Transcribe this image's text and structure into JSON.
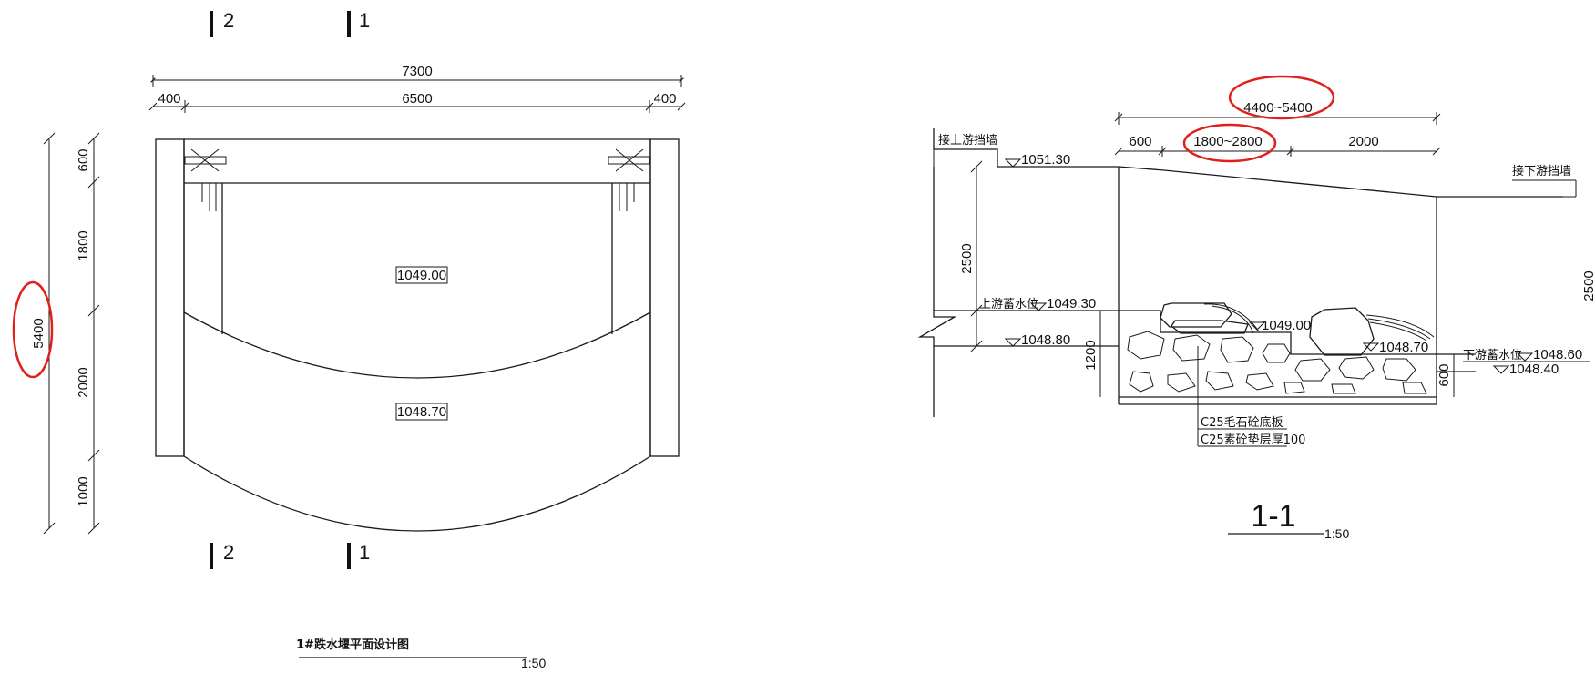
{
  "colors": {
    "ink": "#111111",
    "highlight": "#e0201b",
    "paper": "#ffffff"
  },
  "plan": {
    "title": "1#跌水堰平面设计图",
    "scale": "1:50",
    "section_marks": {
      "left": "2",
      "right": "1"
    },
    "dims_top": {
      "total": "7300",
      "left": "400",
      "middle": "6500",
      "right": "400"
    },
    "dims_left": {
      "total": "5400",
      "seg1": "600",
      "seg2": "1800",
      "seg3": "2000",
      "seg4": "1000"
    },
    "elevations": {
      "upper": "1049.00",
      "lower": "1048.70"
    }
  },
  "section": {
    "title": "1-1",
    "scale": "1:50",
    "dims_top": {
      "total": "4400~5400",
      "seg1": "600",
      "seg2": "1800~2800",
      "seg3": "2000"
    },
    "labels": {
      "upstream_wall": "接上游挡墙",
      "downstream_wall": "接下游挡墙",
      "upstream_level": "上游蓄水位",
      "downstream_level": "下游蓄水位",
      "note1": "C25毛石砼底板",
      "note2": "C25素砼垫层厚100"
    },
    "elevations": {
      "top": "1051.30",
      "up_water": "1049.30",
      "up_bed": "1048.80",
      "weir": "1049.00",
      "step": "1048.70",
      "down_water": "1048.60",
      "down_bed": "1048.40"
    },
    "dims_vertical": {
      "left_height": "2500",
      "right_height": "2500",
      "depth": "1200",
      "small": "600"
    }
  }
}
